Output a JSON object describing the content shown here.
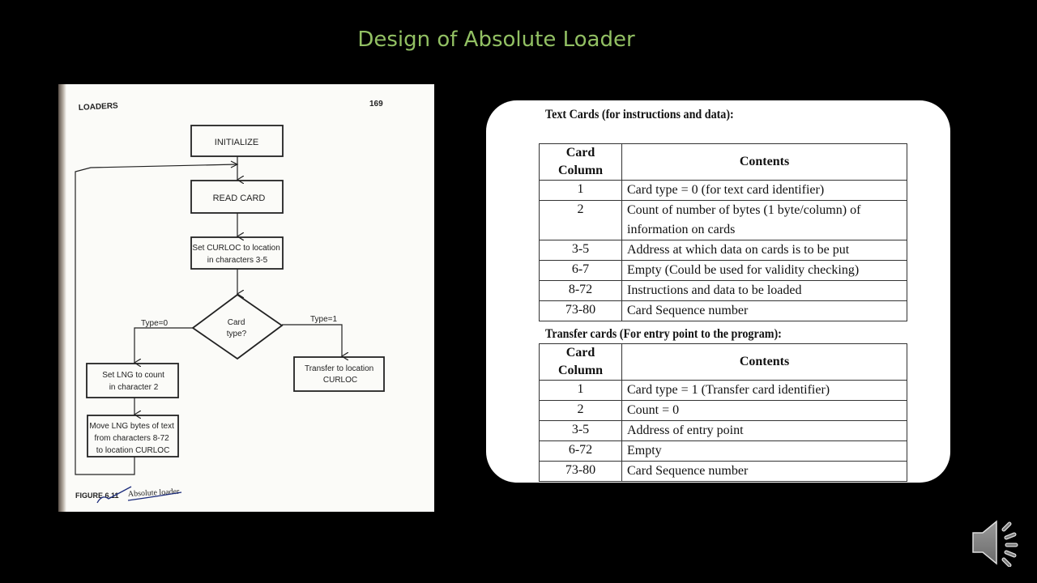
{
  "slide": {
    "title": "Design of Absolute Loader",
    "title_color": "#92c063"
  },
  "flowchart": {
    "header_left": "LOADERS",
    "page_number": "169",
    "initialize": "INITIALIZE",
    "read_card": "READ CARD",
    "set_curloc": [
      "Set CURLOC to location",
      "in characters 3-5"
    ],
    "decision": [
      "Card",
      "type?"
    ],
    "branch_0": "Type=0",
    "branch_1": "Type=1",
    "set_lng": [
      "Set LNG to count",
      "in character 2"
    ],
    "move_lng": [
      "Move LNG bytes of text",
      "from characters 8-72",
      "to location CURLOC"
    ],
    "transfer": [
      "Transfer to location",
      "CURLOC"
    ],
    "caption_label": "FIGURE 6.11",
    "caption_text": "Absolute loader"
  },
  "text_cards": {
    "heading": "Text Cards (for instructions and data):",
    "columns": [
      "Card Column",
      "Contents"
    ],
    "rows": [
      [
        "1",
        "Card type = 0 (for text card identifier)"
      ],
      [
        "2",
        "Count of number of bytes (1 byte/column) of information on cards"
      ],
      [
        "3-5",
        "Address at which data on cards is to be put"
      ],
      [
        "6-7",
        "Empty (Could be used for validity checking)"
      ],
      [
        "8-72",
        "Instructions and data to be loaded"
      ],
      [
        "73-80",
        "Card Sequence number"
      ]
    ]
  },
  "transfer_cards": {
    "heading": "Transfer cards (For entry point to the program):",
    "columns": [
      "Card Column",
      "Contents"
    ],
    "rows": [
      [
        "1",
        "Card type = 1 (Transfer card identifier)"
      ],
      [
        "2",
        "Count = 0"
      ],
      [
        "3-5",
        "Address of entry point"
      ],
      [
        "6-72",
        "Empty"
      ],
      [
        "73-80",
        "Card Sequence number"
      ]
    ]
  },
  "audio": {
    "icon": "speaker-icon"
  }
}
